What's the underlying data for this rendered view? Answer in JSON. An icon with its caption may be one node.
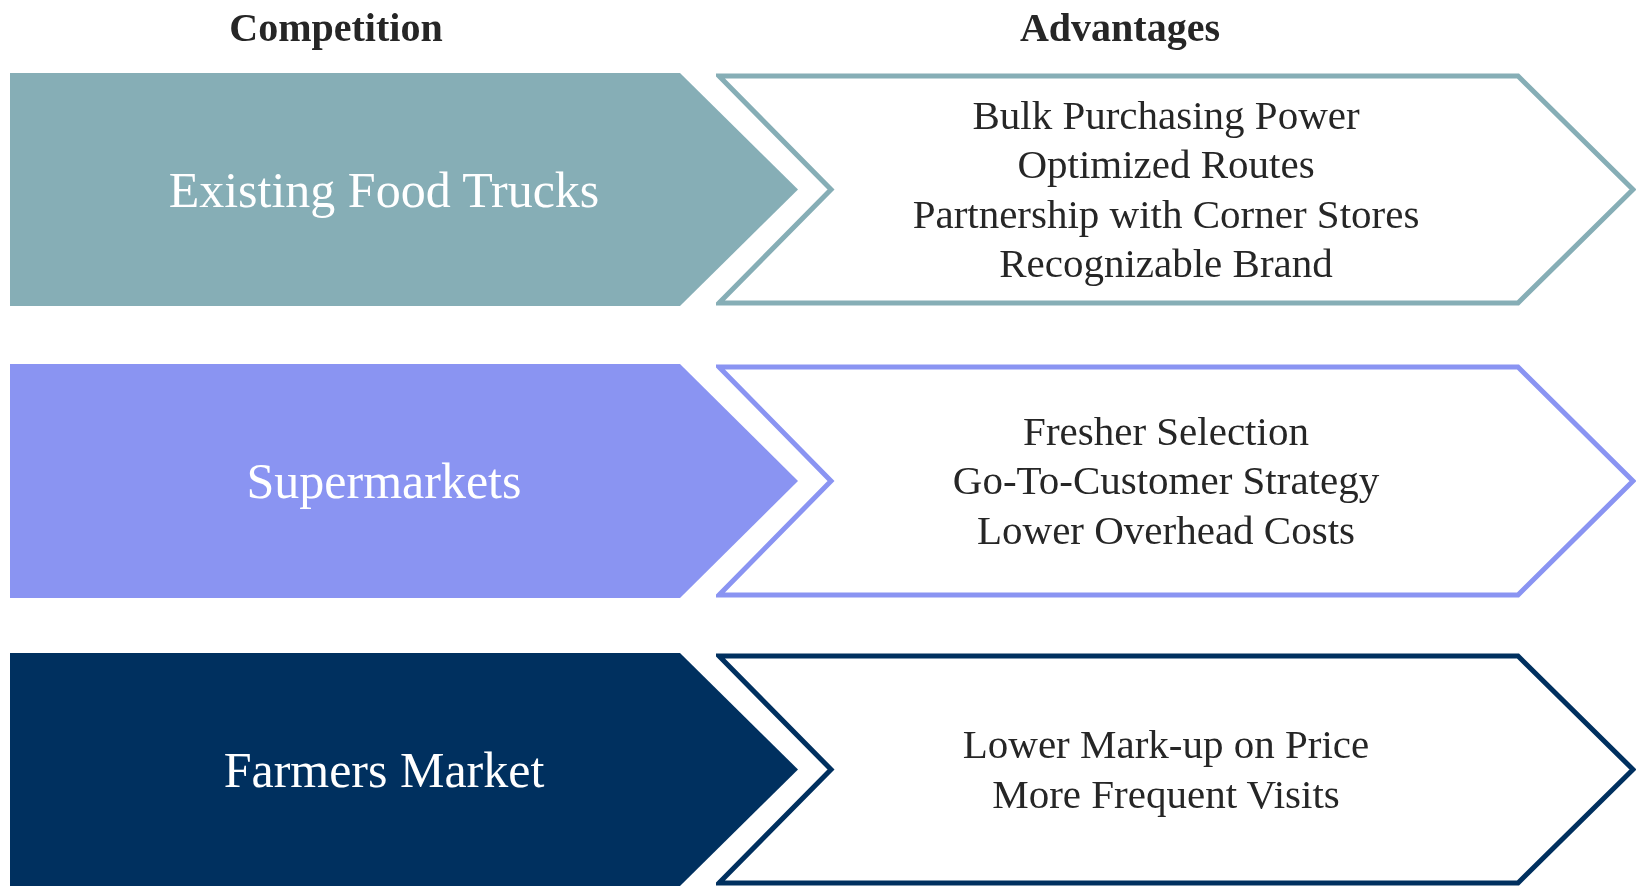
{
  "diagram": {
    "nodes": [
      {
        "text": [
          "Existing Food Trucks"
        ]
      },
      {
        "text": [
          "Bulk Purchasing Power",
          "Optimized Routes",
          "Partnership with Corner Stores",
          "Recognizable Brand"
        ]
      },
      {
        "text": [
          "Supermarkets"
        ]
      },
      {
        "text": [
          "Fresher Selection",
          "Go-To-Customer Strategy",
          "Lower Overhead Costs"
        ]
      },
      {
        "text": [
          "Farmers Market"
        ]
      },
      {
        "text": [
          "Lower Mark-up on Price",
          "More Frequent Visits"
        ]
      }
    ],
    "edges": [],
    "labels": [
      "Competition",
      "Advantages"
    ]
  }
}
